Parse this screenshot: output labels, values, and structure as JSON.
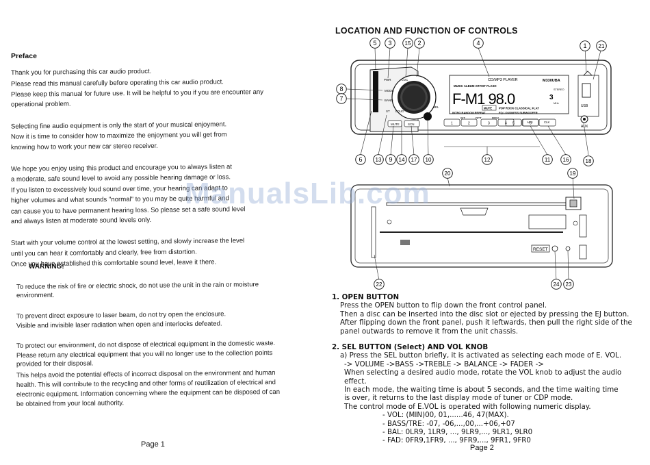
{
  "left": {
    "preface_title": "Preface",
    "preface_lines": [
      "Thank you for purchasing this car audio product.",
      "Please read this manual carefully before operating this car audio product.",
      "Please keep this manual for future use. It will be helpful to you if you are encounter any",
      "operational problem.",
      "",
      "Selecting fine audio equipment is only the start of your musical enjoyment.",
      "Now it is time to consider how to maximize the enjoyment you will get from",
      "knowing how to work your new car stereo receiver.",
      "",
      "We hope you enjoy using this product and encourage you to always listen at",
      "a moderate, safe sound level to avoid any possible hearing damage or loss.",
      "If you listen to excessively loud sound over time, your hearing can adapt to",
      "higher volumes and what sounds \"normal\" to you may be quite harmful and",
      "can cause you to have permanent hearing loss. So please set a safe sound level",
      "and always listen at moderate sound levels only.",
      "",
      "Start with your volume control at the lowest setting, and slowly increase the level",
      "until you can hear it comfortably and clearly, free from distortion.",
      "Once you have established this comfortable sound level, leave it there."
    ],
    "warning_title": "WARNING!",
    "warning_lines": [
      "To reduce the risk of fire or electric shock, do not use the unit in the rain or moisture",
      "environment.",
      "",
      "To prevent direct exposure to laser beam, do not try open the enclosure.",
      "Visible and invisible laser radiation when open and interlocks defeated.",
      "",
      "To protect our environment, do not dispose of electrical equipment in the domestic waste.",
      "Please return any electrical equipment that you will no longer use to the collection points",
      "provided for their disposal.",
      "This helps avoid the potential effects of incorrect disposal on the environment and human",
      "health. This will contribute to the recycling and other forms of reutilization of electrical and",
      "electronic equipment. Information concerning where the equipment can be disposed of can",
      "be obtained from your local authority."
    ],
    "page_label": "Page 1"
  },
  "right": {
    "title": "LOCATION AND FUNCTION OF CONTROLS",
    "page_label": "Page 2",
    "diagram": {
      "callouts_top": [
        "5",
        "3",
        "15",
        "2",
        "4",
        "1",
        "21"
      ],
      "callouts_side": [
        "8",
        "7"
      ],
      "callouts_bottom": [
        "6",
        "13",
        "9",
        "14",
        "17",
        "10",
        "12",
        "11",
        "16",
        "18"
      ],
      "callouts_rear": [
        "20",
        "19",
        "22",
        "24",
        "23"
      ],
      "display_main": "F-M1 98.0",
      "display_top_label": "CD/MP3 PLAYER",
      "display_model": "M330UBA",
      "display_row1": "MUSIC ALBUM ARTIST FLASH",
      "display_row2": "POP ROCK CLASSICAL FLAT",
      "display_row3": "INTRO RANDOM REPEAT",
      "display_row3b": "EQ LOUDNESS SUBWOOFER",
      "display_mute": "MUTE",
      "display_stereo": "STEREO",
      "display_channel": "3",
      "display_mhz": "MHz",
      "btn_mode": "MODE",
      "btn_band": "BAND",
      "btn_pwr": "PWR",
      "btn_loc": "LOC",
      "btn_sel": "SEL",
      "btn_st": "ST",
      "btn_loud": "LOUD",
      "btn_mute": "MUTE",
      "btn_scn": "SCN",
      "btn_int": "INT",
      "btn_rpt": "RPT",
      "btn_rdm": "RDM",
      "btn_aps": "APS",
      "btn_clk": "CLK",
      "presets": [
        "1",
        "2",
        "3",
        "4",
        "5",
        "6"
      ],
      "usb_label": "USB",
      "aux_label": "AUX",
      "reset_label": "RESET"
    },
    "sections": [
      {
        "heading": "1. OPEN BUTTON",
        "lines": [
          "Press the OPEN button to flip down the front control panel.",
          "Then a disc can be inserted into the disc slot or ejected by pressing the EJ button.",
          "After flipping down the front panel, push it leftwards, then pull the right side of the",
          "panel outwards to remove it from the unit chassis."
        ]
      },
      {
        "heading": "2. SEL BUTTON (Select) AND VOL KNOB",
        "sub": "a) Press the SEL button briefly, it is activated as selecting each mode of E. VOL.",
        "sub2": "-> VOLUME ->BASS ->TREBLE -> BALANCE -> FADER ->",
        "lines": [
          "When selecting a desired audio mode, rotate the VOL knob to adjust the audio",
          "effect.",
          "In each mode, the waiting time is about 5 seconds, and the time waiting time",
          "is over, it returns to the last display mode of tuner or CDP mode.",
          "The control mode of E.VOL is operated with following numeric display."
        ],
        "values": [
          "- VOL: (MIN)00, 01,......46, 47(MAX).",
          "- BASS/TRE: -07, -06,...,00,...+06,+07",
          "- BAL: 0LR9, 1LR9, ..., 9LR9,..., 9LR1, 9LR0",
          "- FAD: 0FR9,1FR9, ..., 9FR9,..., 9FR1, 9FR0"
        ]
      }
    ]
  },
  "watermark": "ManualsLib.com"
}
